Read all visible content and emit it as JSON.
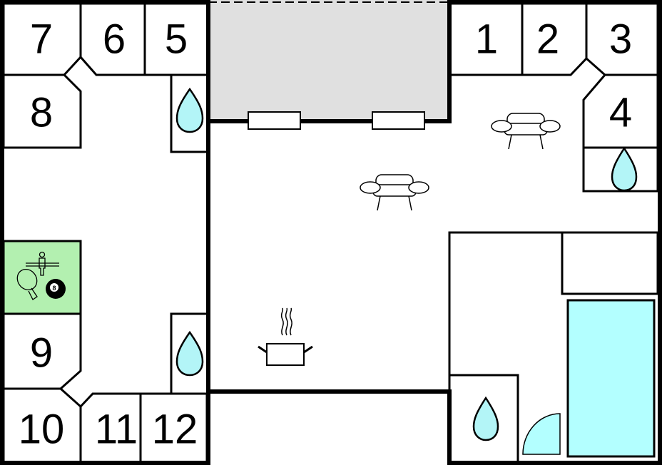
{
  "title": "Floor plan",
  "rooms": {
    "r1": "1",
    "r2": "2",
    "r3": "3",
    "r4": "4",
    "r5": "5",
    "r6": "6",
    "r7": "7",
    "r8": "8",
    "r9": "9",
    "r10": "10",
    "r11": "11",
    "r12": "12"
  },
  "game_room_ball_label": "8",
  "colors": {
    "game_room": "#b3f0b0",
    "water": "#b3ffff",
    "terrace": "#e0e0e0",
    "wall": "#000000"
  },
  "icons": [
    "water-drop-icon",
    "sofa-icon",
    "cooking-pot-icon",
    "table-tennis-icon",
    "foosball-icon",
    "billiard-ball-icon",
    "door-swing-icon"
  ]
}
